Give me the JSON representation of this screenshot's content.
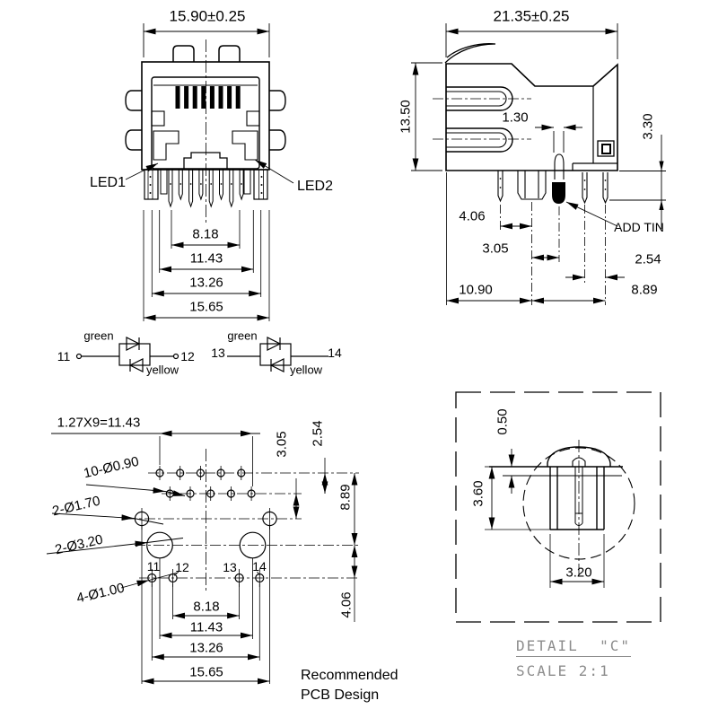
{
  "colors": {
    "line": "#000000",
    "detail_text": "#8c8c8c",
    "background": "#ffffff"
  },
  "front_view": {
    "dim_top": "15.90±0.25",
    "led1": "LED1",
    "led2": "LED2",
    "dims_bottom": [
      "8.18",
      "11.43",
      "13.26",
      "15.65"
    ]
  },
  "side_view": {
    "dims": {
      "top": "21.35±0.25",
      "height": "13.50",
      "pin_width": "1.30",
      "standoff": "3.30",
      "p406": "4.06",
      "p305": "3.05",
      "p254": "2.54",
      "p1090": "10.90",
      "p889": "8.89"
    },
    "add_tin": "ADD TIN"
  },
  "led_circuit": {
    "left": {
      "a": "11",
      "b": "12",
      "top": "green",
      "bottom": "yellow"
    },
    "right": {
      "a": "13",
      "b": "14",
      "top": "green",
      "bottom": "yellow"
    }
  },
  "pcb_view": {
    "pitch": "1.27X9=11.43",
    "callouts": [
      "10-Ø0.90",
      "2-Ø1.70",
      "2-Ø3.20",
      "4-Ø1.00"
    ],
    "pads": [
      "11",
      "12",
      "13",
      "14"
    ],
    "dims_right": {
      "d254": "2.54",
      "d305": "3.05",
      "d889": "8.89",
      "d406": "4.06"
    },
    "dims_bottom": [
      "8.18",
      "11.43",
      "13.26",
      "15.65"
    ],
    "caption_line1": "Recommended",
    "caption_line2": "PCB Design"
  },
  "detail_view": {
    "d050": "0.50",
    "d360": "3.60",
    "d320": "3.20",
    "title": "DETAIL  \"C\"",
    "scale": "SCALE 2:1"
  }
}
